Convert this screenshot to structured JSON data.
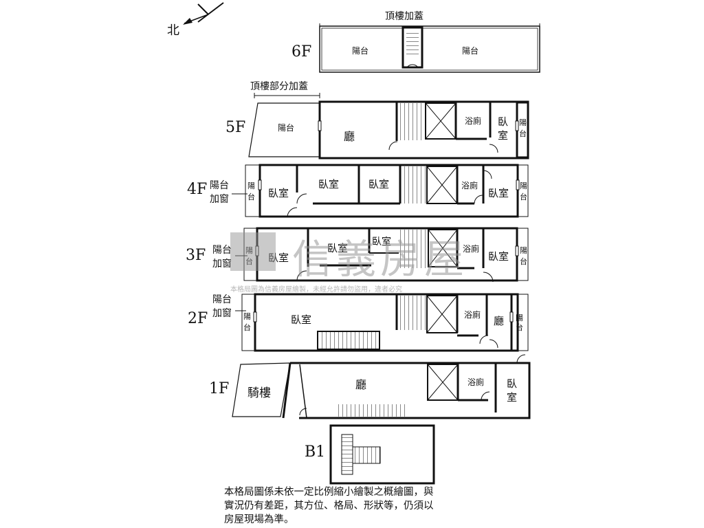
{
  "compass": {
    "north_label": "北"
  },
  "annotations": {
    "roof_addition": "頂樓加蓋",
    "partial_roof_addition": "頂樓部分加蓋"
  },
  "floors": {
    "f6": {
      "label": "6F",
      "rooms": [
        "陽台",
        "陽台"
      ]
    },
    "f5": {
      "label": "5F",
      "rooms": [
        "陽台",
        "廳",
        "浴廁",
        "臥",
        "室",
        "陽",
        "台"
      ]
    },
    "f4": {
      "label": "4F",
      "side_note": [
        "陽台",
        "加窗"
      ],
      "rooms": [
        "陽",
        "台",
        "臥室",
        "臥室",
        "臥室",
        "浴廁",
        "臥室",
        "陽",
        "台"
      ]
    },
    "f3": {
      "label": "3F",
      "side_note": [
        "陽台",
        "加窗"
      ],
      "rooms": [
        "陽",
        "台",
        "臥室",
        "臥室",
        "臥室",
        "浴廁",
        "臥室",
        "陽",
        "台"
      ]
    },
    "f2": {
      "label": "2F",
      "side_note": [
        "陽台",
        "加窗"
      ],
      "rooms": [
        "陽",
        "台",
        "臥室",
        "浴廁",
        "廳",
        "陽",
        "台"
      ]
    },
    "f1": {
      "label": "1F",
      "rooms": [
        "騎樓",
        "廳",
        "浴廁",
        "臥",
        "室"
      ]
    },
    "b1": {
      "label": "B1"
    }
  },
  "watermark": {
    "brand": "信義房屋",
    "notice": "本格局圖為信義房屋繪製，未經允許請勿盜用，違者必究"
  },
  "disclaimer": [
    "本格局圖係未依一定比例縮小繪製之概繪圖，與",
    "實況仍有差距，其方位、格局、形狀等，仍須以",
    "房屋現場為準。"
  ]
}
